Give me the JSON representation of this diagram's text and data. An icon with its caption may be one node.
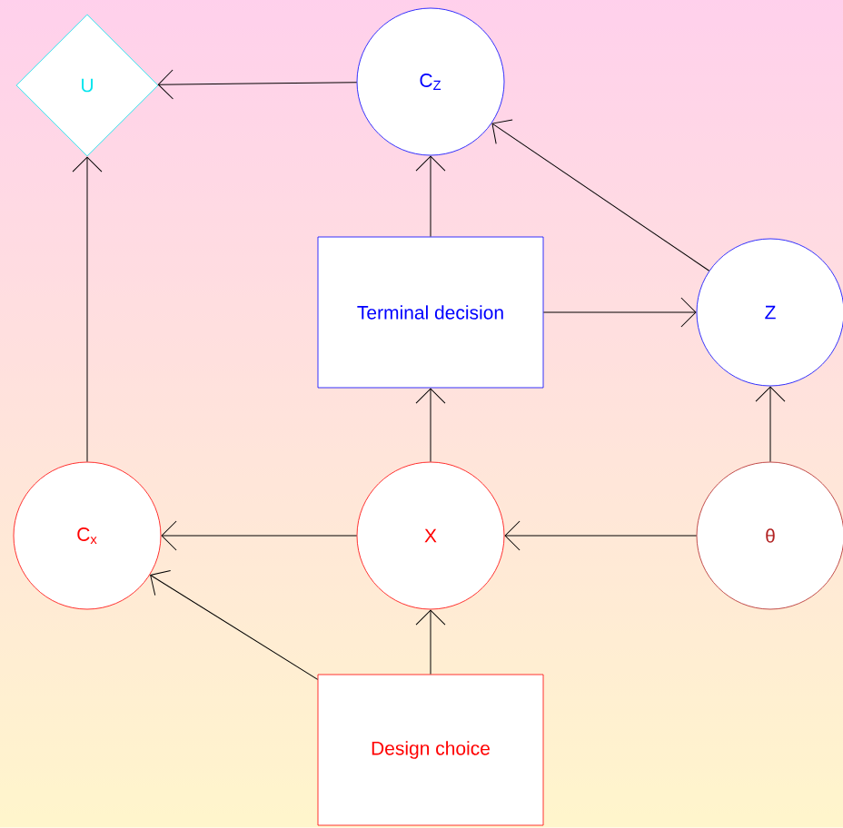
{
  "diagram": {
    "nodes": [
      {
        "text": [
          "U"
        ]
      },
      {
        "text": [
          "C$_{Z}$"
        ]
      },
      {
        "text": [
          "Terminal decision"
        ]
      },
      {
        "text": [
          "Z"
        ]
      },
      {
        "text": [
          "C$_{x}$"
        ]
      },
      {
        "text": [
          "X"
        ]
      },
      {
        "text": [
          "θ"
        ]
      },
      {
        "text": [
          "Design choice"
        ]
      }
    ],
    "edges": [
      {
        "from": 1,
        "to": 0,
        "arrow": "to"
      },
      {
        "from": 2,
        "to": 1,
        "arrow": "to"
      },
      {
        "from": 3,
        "to": 1,
        "arrow": "to"
      },
      {
        "from": 2,
        "to": 3,
        "arrow": "to"
      },
      {
        "from": 4,
        "to": 0,
        "arrow": "to"
      },
      {
        "from": 5,
        "to": 2,
        "arrow": "to"
      },
      {
        "from": 6,
        "to": 3,
        "arrow": "to"
      },
      {
        "from": 5,
        "to": 4,
        "arrow": "to"
      },
      {
        "from": 6,
        "to": 5,
        "arrow": "to"
      },
      {
        "from": 7,
        "to": 4,
        "arrow": "to"
      },
      {
        "from": 7,
        "to": 5,
        "arrow": "to"
      }
    ]
  }
}
